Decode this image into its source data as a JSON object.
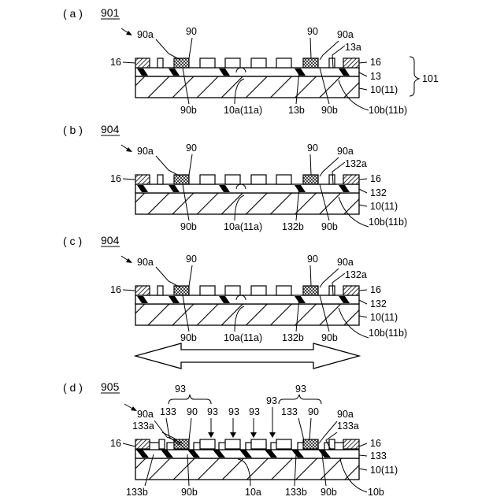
{
  "figure": {
    "panels": [
      {
        "id": "a",
        "letter": "( a )",
        "ref": "901",
        "sub_layer": "10(11)",
        "mid_layer": "13",
        "top_tag": "13a",
        "mid_bottom_tag": "13b",
        "brace_label": "101",
        "has_brace": true,
        "has_arrow": false
      },
      {
        "id": "b",
        "letter": "( b )",
        "ref": "904",
        "sub_layer": "10(11)",
        "mid_layer": "132",
        "top_tag": "132a",
        "mid_bottom_tag": "132b",
        "has_brace": false,
        "has_arrow": false
      },
      {
        "id": "c",
        "letter": "( c )",
        "ref": "904",
        "sub_layer": "10(11)",
        "mid_layer": "132",
        "top_tag": "132a",
        "mid_bottom_tag": "132b",
        "has_brace": false,
        "has_arrow": true
      }
    ],
    "common": {
      "pad_left": "16",
      "pad_right": "16",
      "tag_90a": "90a",
      "tag_90": "90",
      "tag_90b": "90b",
      "tag_10a": "10a(11a)",
      "tag_10b": "10b(11b)"
    },
    "panel_d": {
      "letter": "( d )",
      "ref": "905",
      "group_93": "93",
      "tag_133": "133",
      "tag_90": "90",
      "tag_90a": "90a",
      "tag_133a": "133a",
      "tag_93_arrow": "93",
      "pad": "16",
      "mid_layer": "133",
      "sub_layer": "10(11)",
      "tag_133b": "133b",
      "tag_90b": "90b",
      "tag_10a": "10a",
      "tag_10b": "10b"
    }
  }
}
